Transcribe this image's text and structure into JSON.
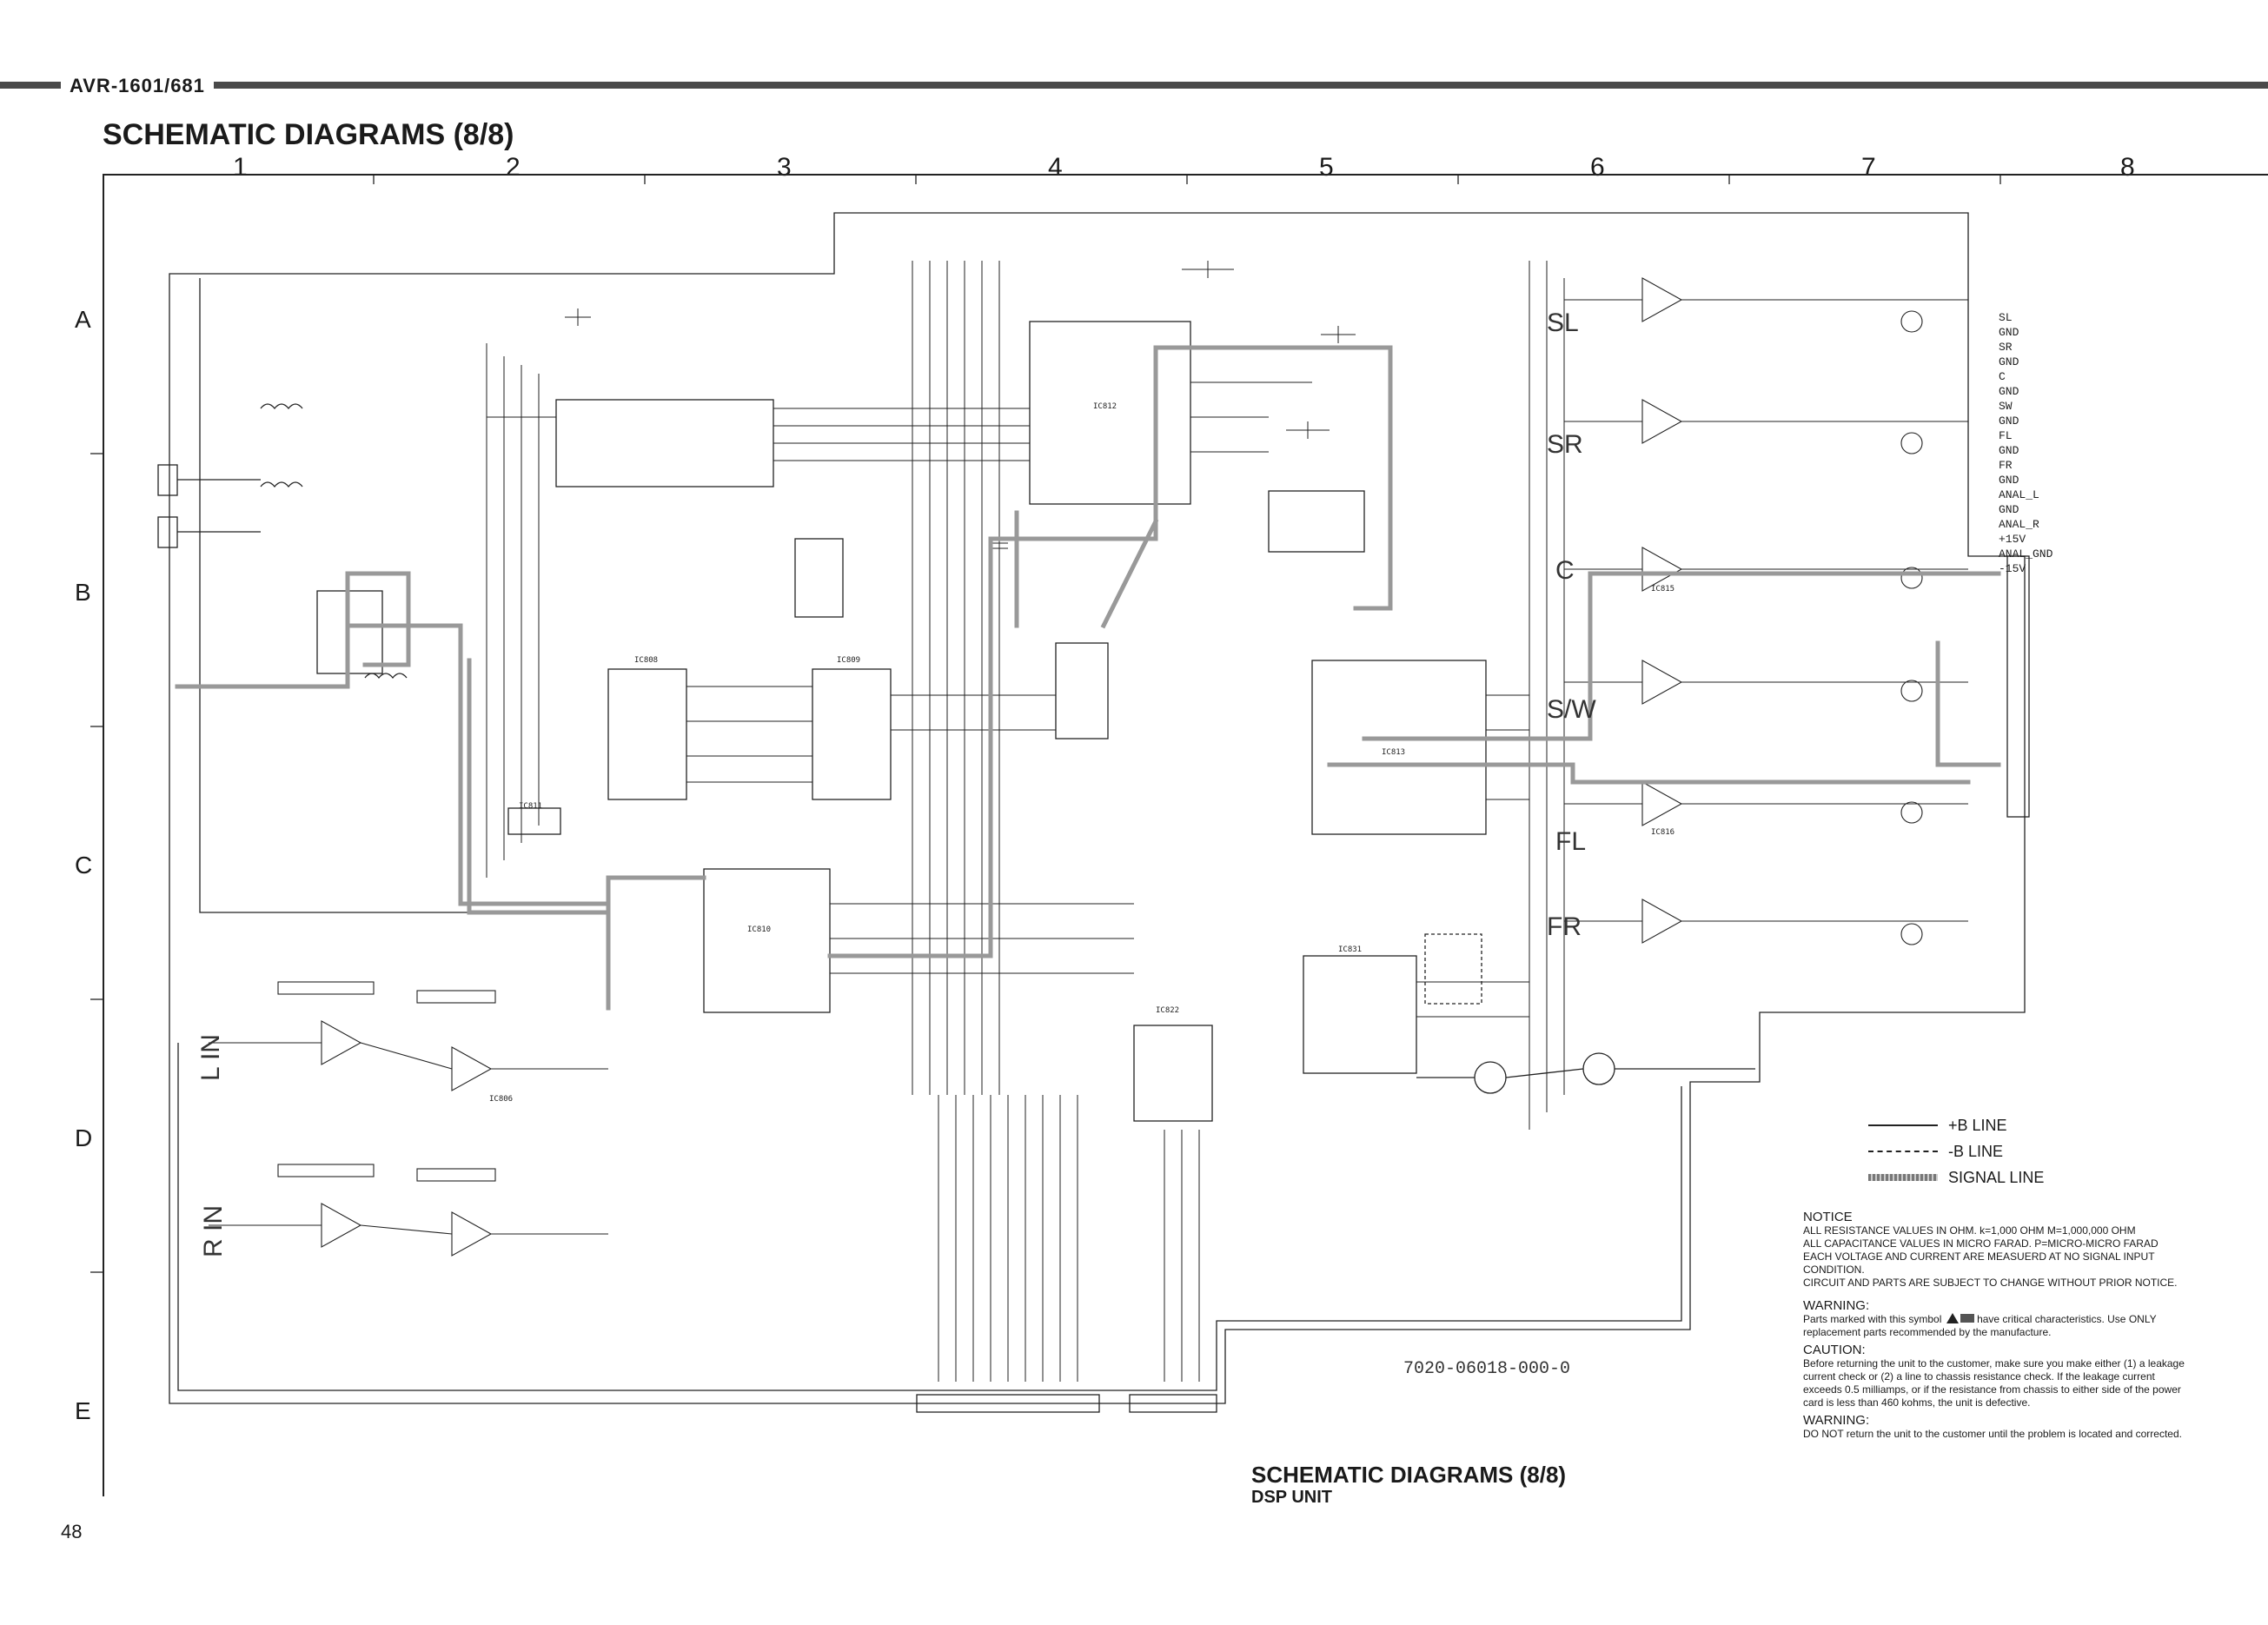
{
  "header": {
    "model": "AVR-1601/681",
    "title": "SCHEMATIC DIAGRAMS (8/8)"
  },
  "grid": {
    "columns": [
      "1",
      "2",
      "3",
      "4",
      "5",
      "6",
      "7",
      "8"
    ],
    "rows": [
      "A",
      "B",
      "C",
      "D",
      "E"
    ]
  },
  "ic_labels": {
    "ic812": "IC812",
    "ic808": "IC808",
    "ic809": "IC809",
    "ic810": "IC810",
    "ic813": "IC813",
    "ic831": "IC831",
    "ic822": "IC822",
    "ic811": "IC811",
    "ic806": "IC806",
    "ic815": "IC815",
    "ic816": "IC816"
  },
  "channels": {
    "sl": "SL",
    "sr": "SR",
    "c": "C",
    "sw": "S/W",
    "fl": "FL",
    "fr": "FR",
    "lin": "L IN",
    "rin": "R IN"
  },
  "outputs": [
    "SL",
    "GND",
    "SR",
    "GND",
    "C",
    "GND",
    "SW",
    "GND",
    "FL",
    "GND",
    "FR",
    "GND",
    "ANAL_L",
    "GND",
    "ANAL_R",
    "+15V",
    "ANAL_GND",
    "-15V"
  ],
  "legend": {
    "plus_b": "+B LINE",
    "minus_b": "-B LINE",
    "signal": "SIGNAL LINE"
  },
  "notice": {
    "heading": "NOTICE",
    "line1": "ALL RESISTANCE VALUES IN OHM. k=1,000 OHM M=1,000,000 OHM",
    "line2": "ALL CAPACITANCE VALUES IN MICRO FARAD. P=MICRO-MICRO FARAD",
    "line3": "EACH VOLTAGE AND CURRENT ARE MEASUERD AT NO SIGNAL INPUT CONDITION.",
    "line4": "CIRCUIT AND PARTS ARE SUBJECT TO CHANGE WITHOUT PRIOR NOTICE."
  },
  "warning1": {
    "heading": "WARNING:",
    "text_a": "Parts marked with this symbol",
    "text_b": "have critical characteristics.",
    "text_c": "Use ONLY replacement parts recommended by the manufacture."
  },
  "caution": {
    "heading": "CAUTION:",
    "text": "Before returning the unit to the customer, make sure you make either (1) a leakage current check or (2) a line to chassis resistance check. If the leakage current exceeds 0.5 milliamps, or if the resistance from chassis to either side of the power card is less than 460 kohms, the unit is defective."
  },
  "warning2": {
    "heading": "WARNING:",
    "text": "DO NOT return the unit to the customer until the problem is located and corrected."
  },
  "doc_number": "7020-06018-000-0",
  "footer": {
    "title": "SCHEMATIC DIAGRAMS (8/8)",
    "subtitle": "DSP UNIT",
    "page": "48"
  }
}
